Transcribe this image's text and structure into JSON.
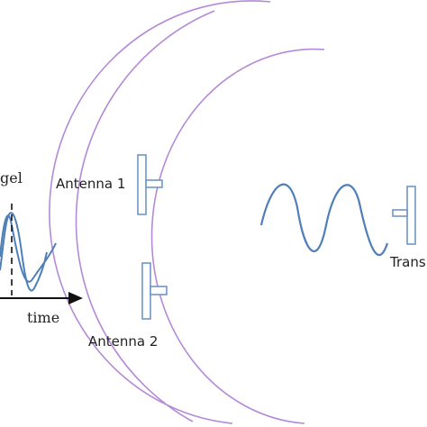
{
  "labels": {
    "angle": "gel",
    "time_axis": "time",
    "antenna1": "Antenna 1",
    "antenna2": "Antenna 2",
    "transmitter": "Trans"
  },
  "colors": {
    "wave": "#4f7fb8",
    "antenna_stroke": "#6f96c6",
    "wavefront": "#b48ad8",
    "axis": "#111111",
    "text": "#222222"
  },
  "icons": {
    "antenna": "antenna-icon",
    "transmitter": "transmitter-icon"
  }
}
